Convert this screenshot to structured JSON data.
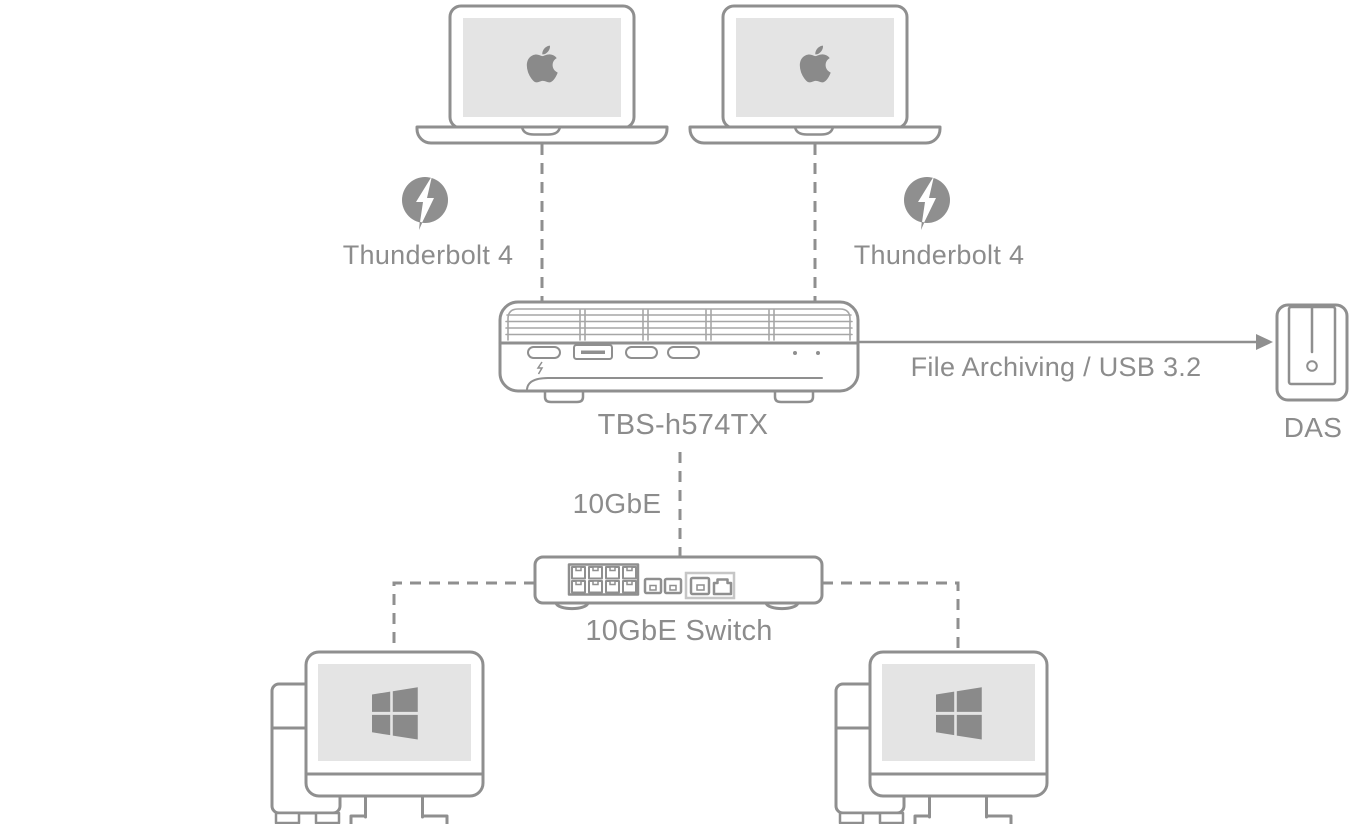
{
  "diagram": {
    "colors": {
      "outline": "#8f8f8f",
      "screen_fill": "#e4e4e4",
      "logo": "#8a8a8a",
      "text": "#8c8c8c",
      "highlight_outline": "#c6c6c6",
      "background": "#ffffff"
    },
    "nodes": [
      {
        "id": "mac-laptop-left",
        "kind": "laptop",
        "logo_icon": "apple-logo"
      },
      {
        "id": "mac-laptop-right",
        "kind": "laptop",
        "logo_icon": "apple-logo"
      },
      {
        "id": "nas",
        "kind": "nas",
        "label": "TBS-h574TX"
      },
      {
        "id": "das",
        "kind": "das",
        "label": "DAS"
      },
      {
        "id": "switch",
        "kind": "switch",
        "label": "10GbE Switch"
      },
      {
        "id": "windows-pc-left",
        "kind": "desktop",
        "logo_icon": "windows-logo"
      },
      {
        "id": "windows-pc-right",
        "kind": "desktop",
        "logo_icon": "windows-logo"
      }
    ],
    "connections": [
      {
        "from": "mac-laptop-left",
        "to": "nas",
        "label": "Thunderbolt 4",
        "style": "dashed",
        "icon": "thunderbolt-icon"
      },
      {
        "from": "mac-laptop-right",
        "to": "nas",
        "label": "Thunderbolt 4",
        "style": "dashed",
        "icon": "thunderbolt-icon"
      },
      {
        "from": "nas",
        "to": "das",
        "label": "File Archiving / USB 3.2",
        "style": "solid-arrow"
      },
      {
        "from": "nas",
        "to": "switch",
        "label": "10GbE",
        "style": "dashed"
      },
      {
        "from": "switch",
        "to": "windows-pc-left",
        "label": "",
        "style": "dashed"
      },
      {
        "from": "switch",
        "to": "windows-pc-right",
        "label": "",
        "style": "dashed"
      }
    ]
  }
}
